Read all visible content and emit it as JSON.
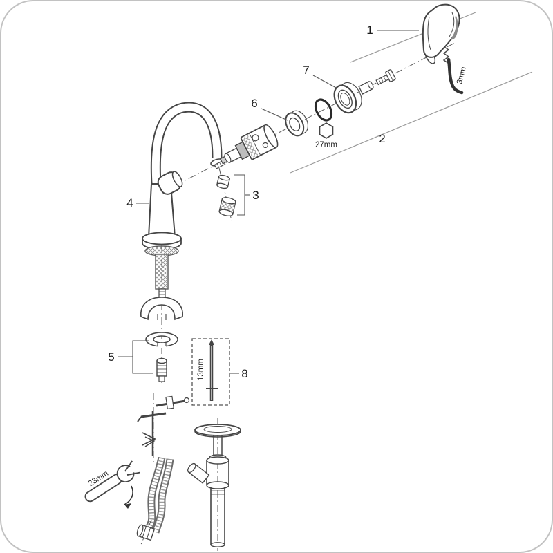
{
  "diagram": {
    "part_labels": {
      "p1": "1",
      "p2": "2",
      "p3": "3",
      "p4": "4",
      "p5": "5",
      "p6": "6",
      "p7": "7",
      "p8": "8"
    },
    "dimensions": {
      "allen_key": "3mm",
      "cartridge_nut": "27mm",
      "lift_rod_pin": "13mm",
      "hose_wrench": "23mm"
    },
    "colors": {
      "line": "#454545",
      "label": "#1c1c1c",
      "frame_border": "#c2c2c2",
      "background": "#ffffff"
    }
  }
}
